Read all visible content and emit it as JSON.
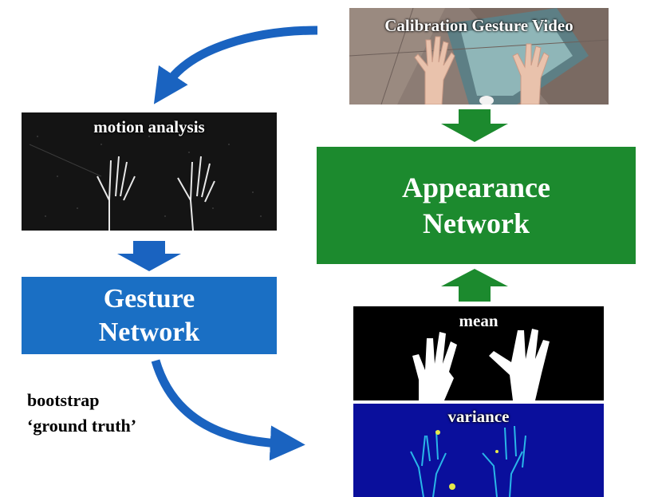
{
  "calibration_panel": {
    "caption": "Calibration Gesture Video"
  },
  "motion_panel": {
    "caption": "motion analysis"
  },
  "gesture_network": {
    "line1": "Gesture",
    "line2": "Network",
    "color": "#1a6fc4"
  },
  "appearance_network": {
    "line1": "Appearance",
    "line2": "Network",
    "color": "#1c8a2e"
  },
  "mean_panel": {
    "caption": "mean"
  },
  "variance_panel": {
    "caption": "variance"
  },
  "bootstrap_label": {
    "line1": "bootstrap",
    "line2": "‘ground truth’"
  },
  "colors": {
    "blue_arrow": "#1a63c0",
    "green_arrow": "#1c8a2e",
    "variance_bg": "#0a0f9c"
  }
}
